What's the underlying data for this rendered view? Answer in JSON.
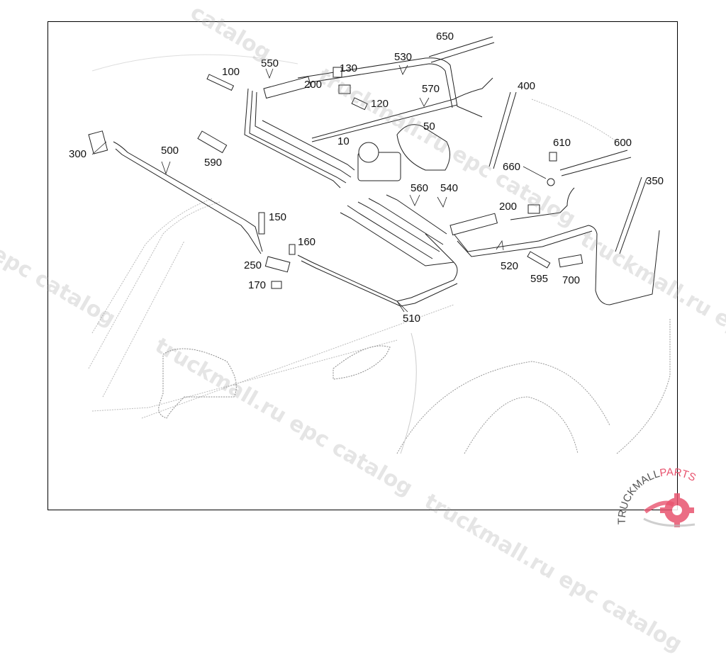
{
  "diagram": {
    "title": "Convertible top hydraulic system parts diagram",
    "callouts": [
      {
        "id": "c100",
        "label": "100"
      },
      {
        "id": "c550",
        "label": "550"
      },
      {
        "id": "c200a",
        "label": "200"
      },
      {
        "id": "c130",
        "label": "130"
      },
      {
        "id": "c530",
        "label": "530"
      },
      {
        "id": "c650",
        "label": "650"
      },
      {
        "id": "c120",
        "label": "120"
      },
      {
        "id": "c570",
        "label": "570"
      },
      {
        "id": "c400",
        "label": "400"
      },
      {
        "id": "c50",
        "label": "50"
      },
      {
        "id": "c10",
        "label": "10"
      },
      {
        "id": "c300",
        "label": "300"
      },
      {
        "id": "c500",
        "label": "500"
      },
      {
        "id": "c590",
        "label": "590"
      },
      {
        "id": "c610",
        "label": "610"
      },
      {
        "id": "c600",
        "label": "600"
      },
      {
        "id": "c660",
        "label": "660"
      },
      {
        "id": "c350",
        "label": "350"
      },
      {
        "id": "c560",
        "label": "560"
      },
      {
        "id": "c540",
        "label": "540"
      },
      {
        "id": "c200b",
        "label": "200"
      },
      {
        "id": "c150",
        "label": "150"
      },
      {
        "id": "c160",
        "label": "160"
      },
      {
        "id": "c250",
        "label": "250"
      },
      {
        "id": "c170",
        "label": "170"
      },
      {
        "id": "c520",
        "label": "520"
      },
      {
        "id": "c595",
        "label": "595"
      },
      {
        "id": "c700",
        "label": "700"
      },
      {
        "id": "c510",
        "label": "510"
      }
    ]
  },
  "watermarks": {
    "text_a": "truckmall.ru epc catalog",
    "text_b": "epc catalog",
    "text_c": "catalog"
  },
  "logo": {
    "text_dark": "TRUCKMALL",
    "text_accent": "PARTS",
    "accent_color": "#e8546f",
    "dark_color": "#555555"
  }
}
